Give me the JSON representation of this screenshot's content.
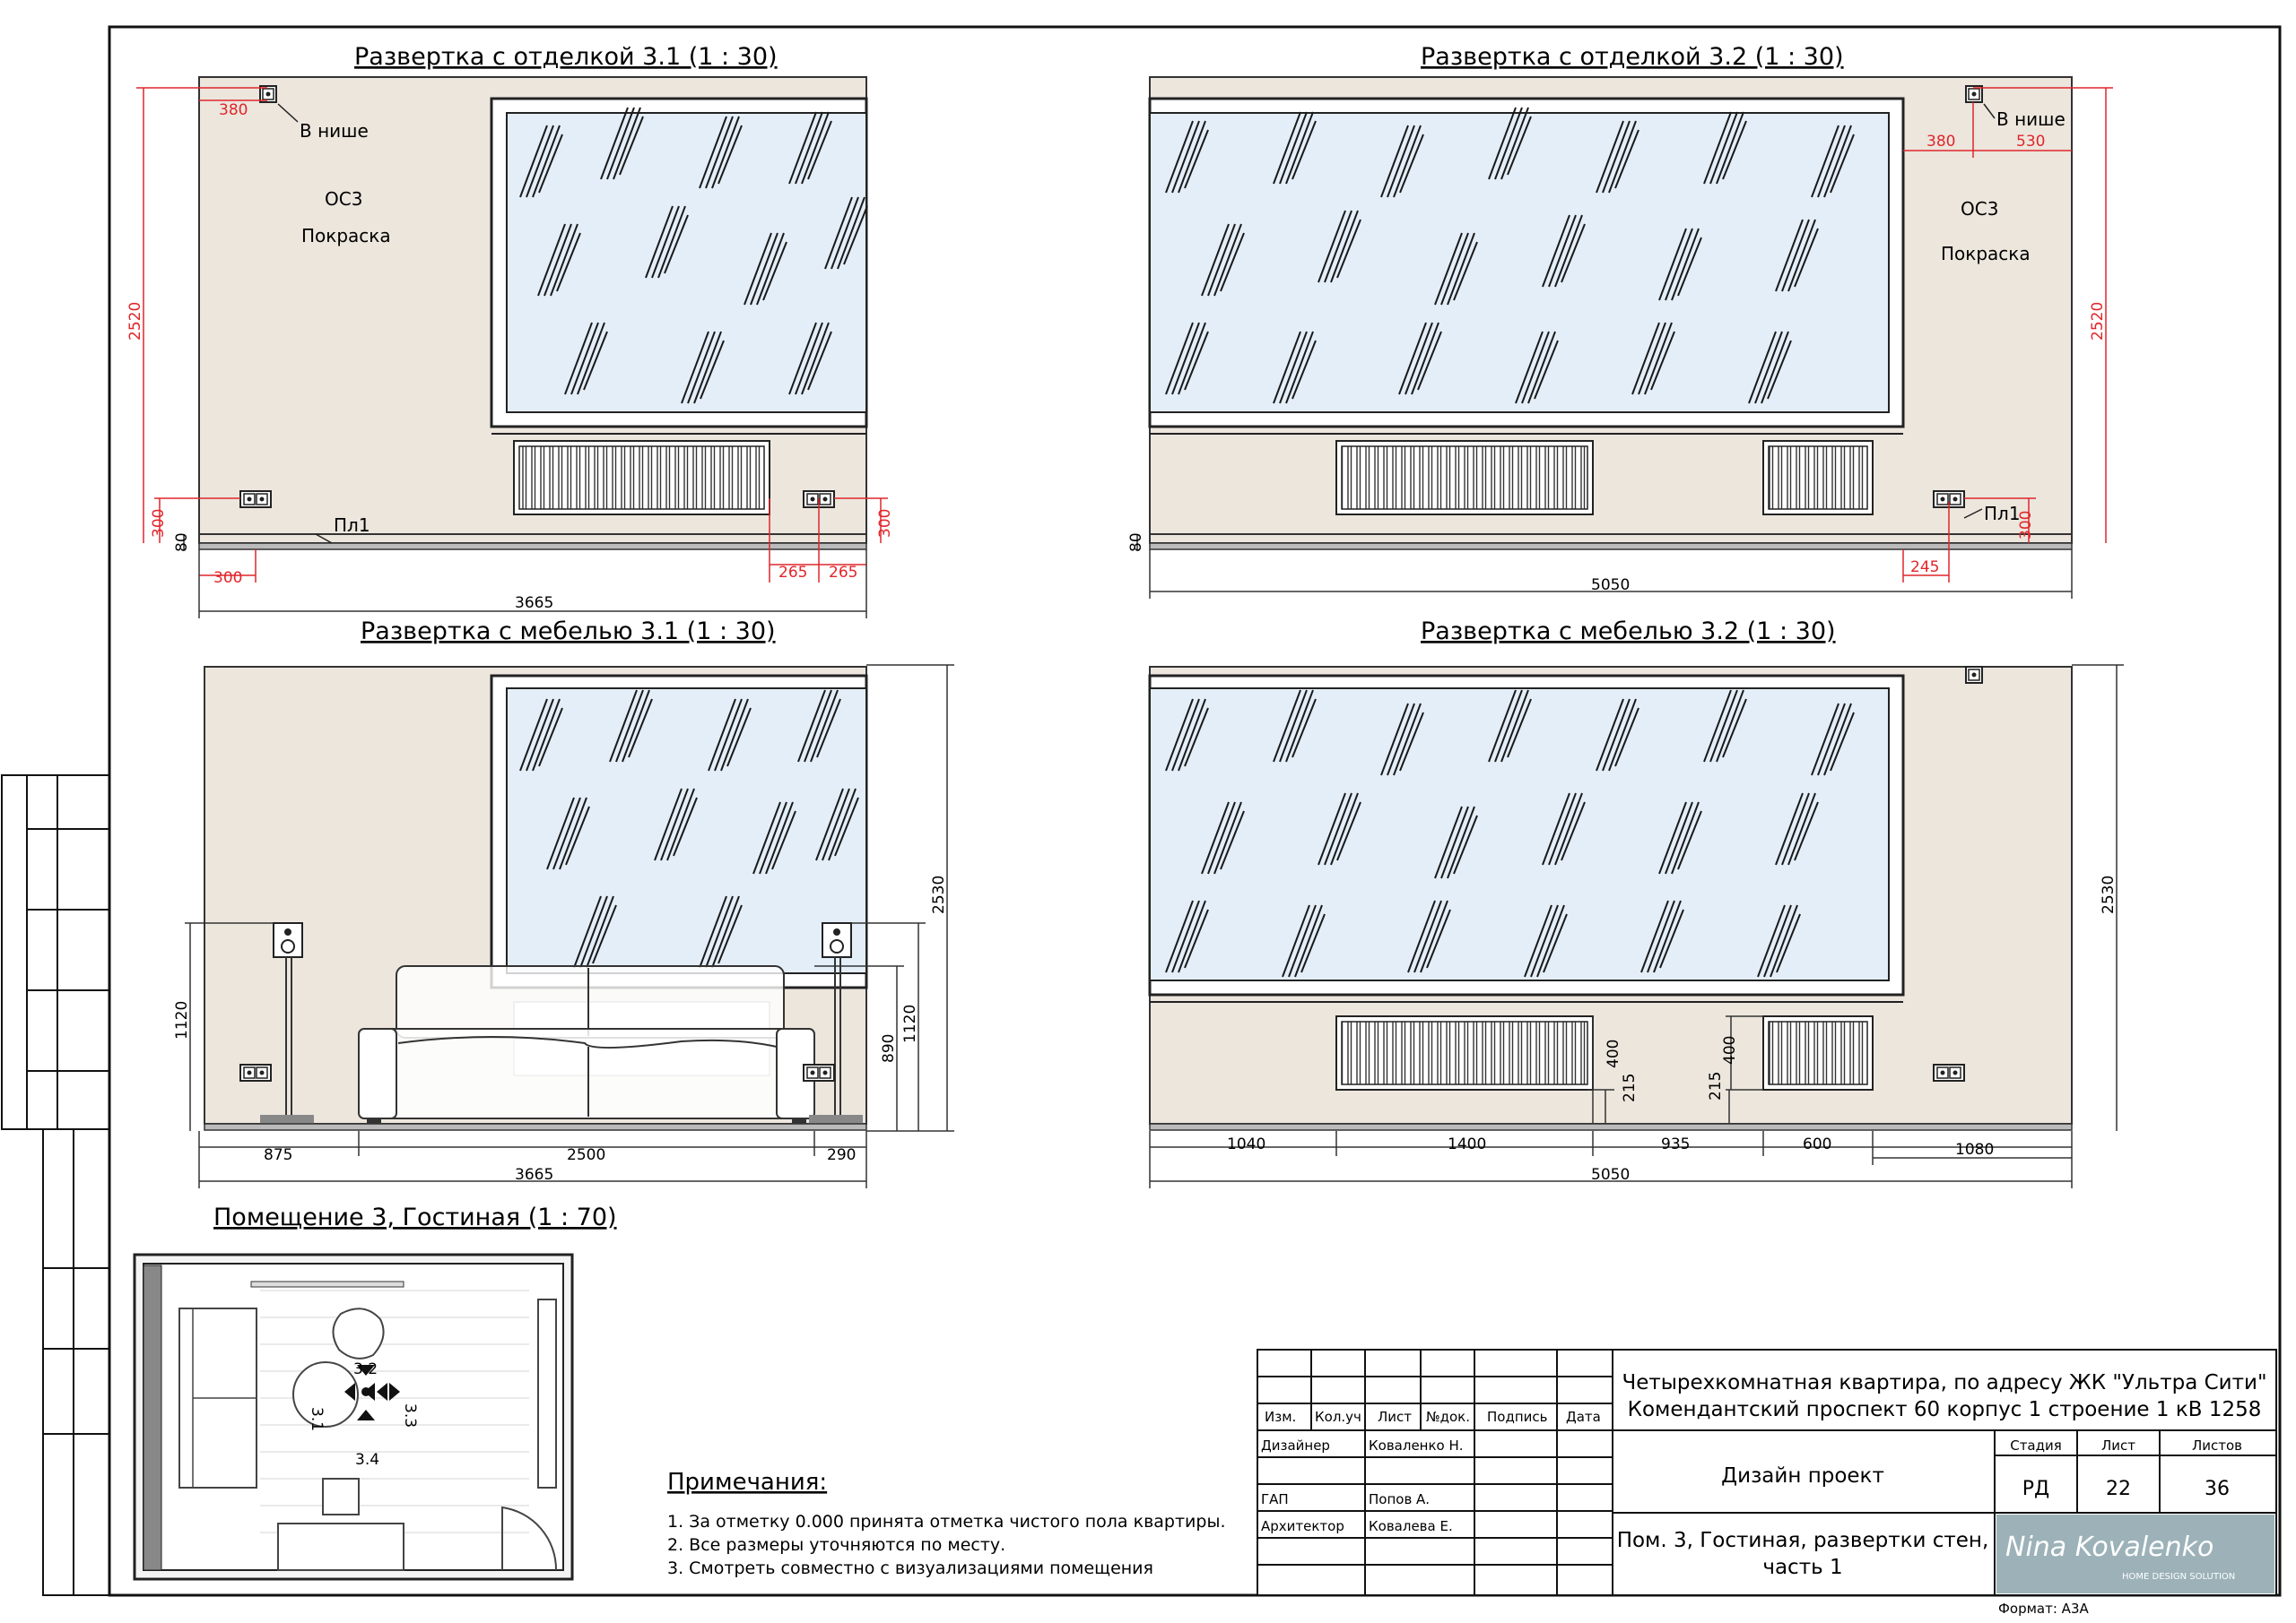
{
  "titles": {
    "e31_finish": "Развертка с отделкой 3.1 (1 : 30)",
    "e32_finish": "Развертка с отделкой 3.2 (1 : 30)",
    "e31_furn": "Развертка с мебелью 3.1 (1 : 30)",
    "e32_furn": "Развертка с мебелью 3.2 (1 : 30)",
    "plan": "Помещение 3, Гостиная (1 : 70)"
  },
  "labels": {
    "niche": "В нише",
    "osz": "ОС3",
    "paint": "Покраска",
    "plinth": "Пл1"
  },
  "dims": {
    "e31": {
      "d380": "380",
      "d2520": "2520",
      "d300l": "300",
      "d80": "80",
      "d300b": "300",
      "d265a": "265",
      "d265b": "265",
      "d300r": "300",
      "d3665": "3665"
    },
    "e32": {
      "d380": "380",
      "d530": "530",
      "d2520": "2520",
      "d80": "80",
      "d245": "245",
      "d300": "300",
      "d5050": "5050"
    },
    "f31": {
      "d1120l": "1120",
      "d2530": "2530",
      "d890": "890",
      "d1120r": "1120",
      "d875": "875",
      "d2500": "2500",
      "d290": "290",
      "d3665": "3665"
    },
    "f32": {
      "d2530": "2530",
      "d400a": "400",
      "d215a": "215",
      "d400b": "400",
      "d215b": "215",
      "d1040": "1040",
      "d1400": "1400",
      "d935": "935",
      "d600": "600",
      "d1080": "1080",
      "d5050": "5050"
    }
  },
  "plan_views": {
    "v32": "3.2",
    "v31": "3.1",
    "v33": "3.3",
    "v34": "3.4"
  },
  "notes": {
    "heading": "Примечания:",
    "items": [
      "1.   За отметку 0.000 принята отметка чистого пола квартиры.",
      "2.   Все размеры уточняются по месту.",
      "3.   Смотреть совместно с визуализациями помещения"
    ]
  },
  "title_block": {
    "columns": [
      "Изм.",
      "Кол.уч",
      "Лист",
      "№док.",
      "Подпись",
      "Дата"
    ],
    "roles": [
      {
        "role": "Дизайнер",
        "name": "Коваленко Н."
      },
      {
        "role": "ГАП",
        "name": "Попов А."
      },
      {
        "role": "Архитектор",
        "name": "Ковалева Е."
      }
    ],
    "project_line1": "Четырехкомнатная квартира, по адресу ЖК \"Ультра Сити\"",
    "project_line2": "Комендантский проспект 60 корпус 1 строение 1 кВ 1258",
    "doc_type": "Дизайн проект",
    "stage_label": "Стадия",
    "sheet_label": "Лист",
    "sheets_label": "Листов",
    "stage": "РД",
    "sheet": "22",
    "sheets": "36",
    "sheet_title_line1": "Пом. 3, Гостиная, развертки стен,",
    "sheet_title_line2": "часть 1",
    "logo_text": "Nina Kovalenko",
    "logo_sub": "HOME DESIGN SOLUTION",
    "format": "Формат: А3А"
  },
  "colors": {
    "wall": "#ece6dd",
    "glass": "#e3eef8",
    "dim_red": "#e0262b"
  }
}
